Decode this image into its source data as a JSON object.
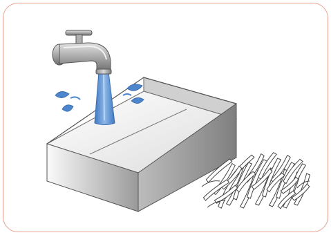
{
  "scene": {
    "description_items": [
      "faucet-icon",
      "water-stream",
      "water-splash",
      "open-box-tray",
      "shredded-paper-pile"
    ]
  },
  "colors": {
    "frame": "#e9a090",
    "water": "#6fa0d8",
    "water_dark": "#3f78bf",
    "faucet_light": "#c9c9c9",
    "faucet_dark": "#6f6f6f",
    "box_light": "#f4f4f4",
    "box_dark": "#9a9a9a",
    "outline": "#555555"
  }
}
